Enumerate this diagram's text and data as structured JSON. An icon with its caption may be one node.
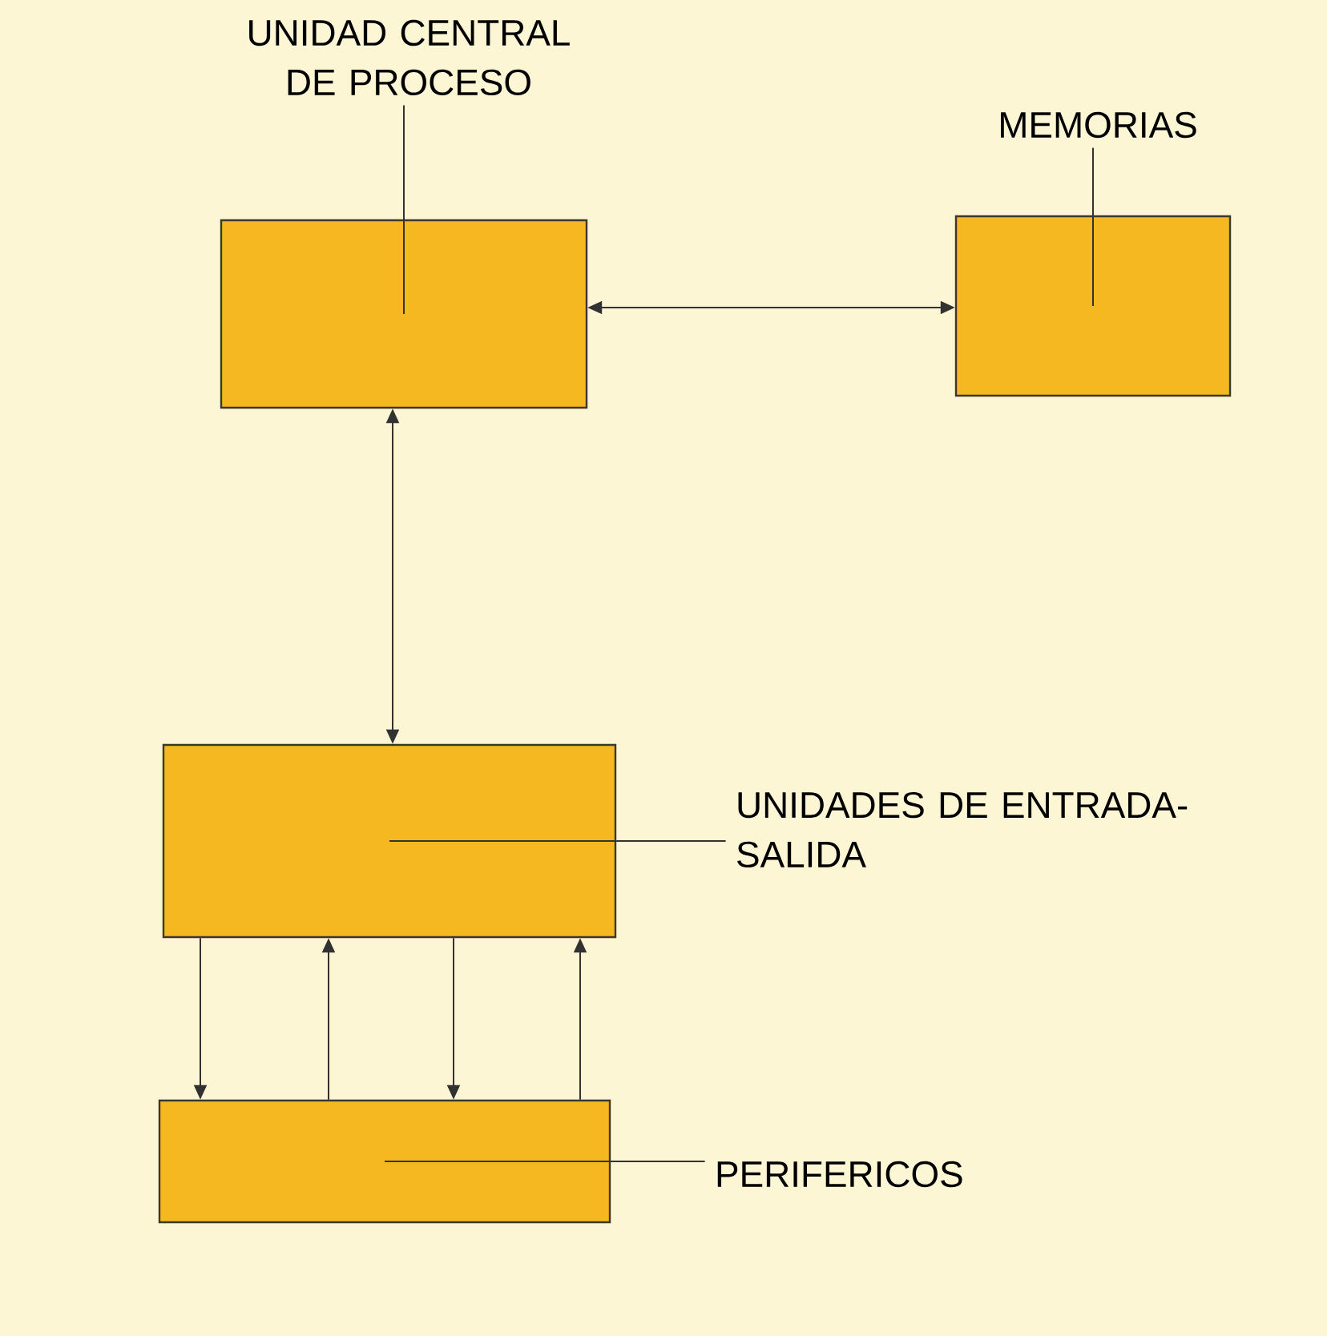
{
  "diagram": {
    "nodes": [
      {
        "text": [
          "UNIDAD CENTRAL DE PROCESO"
        ]
      },
      {
        "text": [],
        "shape": "box"
      },
      {
        "text": [
          "MEMORIAS"
        ]
      },
      {
        "text": [],
        "shape": "box"
      },
      {
        "text": [],
        "shape": "box"
      },
      {
        "text": [
          "UNIDADES DE ENTRADA-SALIDA"
        ]
      },
      {
        "text": [],
        "shape": "box"
      },
      {
        "text": [
          "PERIFERICOS"
        ]
      }
    ],
    "edges": [
      {
        "from": 0,
        "to": 1,
        "arrow": "none"
      },
      {
        "from": 2,
        "to": 3,
        "arrow": "none"
      },
      {
        "from": 5,
        "to": 4,
        "arrow": "none"
      },
      {
        "from": 7,
        "to": 6,
        "arrow": "none"
      },
      {
        "from": 1,
        "to": 3,
        "arrow": "both"
      },
      {
        "from": 1,
        "to": 4,
        "arrow": "both"
      },
      {
        "from": 4,
        "to": 6,
        "arrow": "to"
      },
      {
        "from": 6,
        "to": 4,
        "arrow": "to"
      },
      {
        "from": 4,
        "to": 6,
        "arrow": "to"
      },
      {
        "from": 6,
        "to": 4,
        "arrow": "to"
      }
    ]
  }
}
